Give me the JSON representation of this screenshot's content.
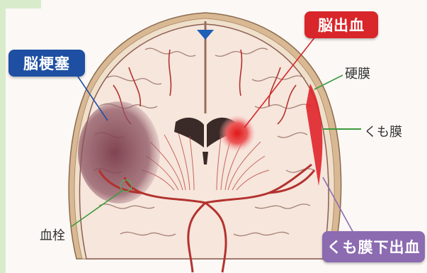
{
  "labels": {
    "hemorrhage": "脳出血",
    "infarction": "脳梗塞",
    "dura": "硬膜",
    "arachnoid": "くも膜",
    "thrombus": "血栓",
    "subarachnoid": "くも膜下出血"
  },
  "colors": {
    "hemorrhage_red": "#d8262a",
    "infarction_blue": "#1e4fa3",
    "subarachnoid_purple": "#8c6bb1",
    "arachnoid_leader": "#3d9a3d",
    "vessel": "#b3322e",
    "skull": "#c9a27c",
    "brain_tissue": "#f7e9df"
  }
}
